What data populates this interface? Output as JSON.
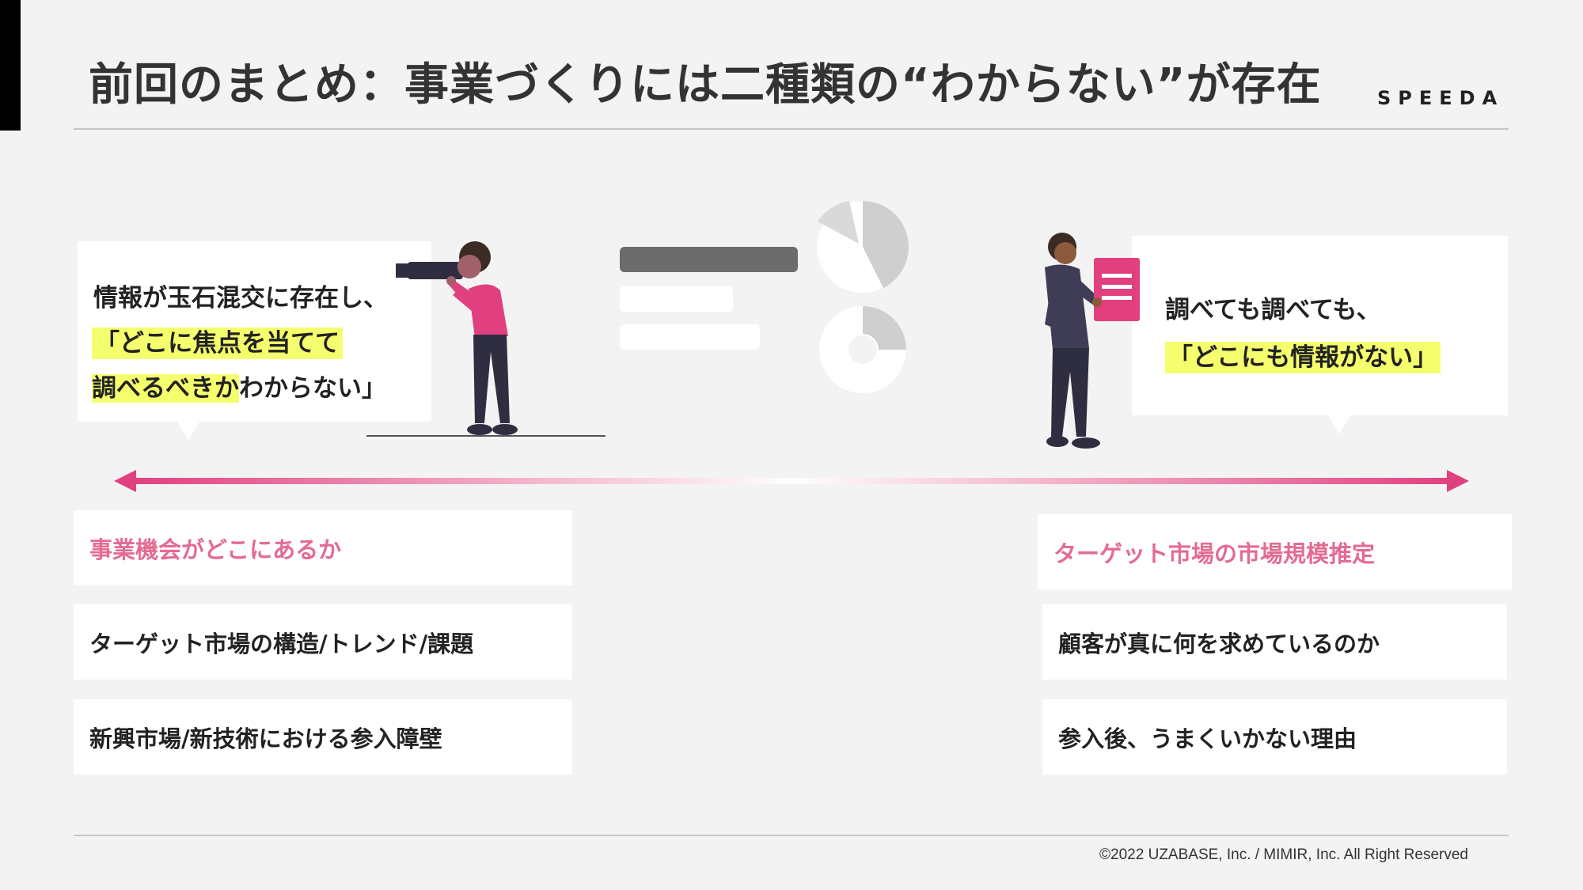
{
  "header": {
    "title": "前回のまとめ：事業づくりには二種類の“わからない”が存在",
    "logo": "SPEEDA"
  },
  "left_bubble": {
    "line1": "情報が玉石混交に存在し、",
    "line2": "「どこに焦点を当てて",
    "line3_highlight": "調べるべきか",
    "line3_rest": "わからない」"
  },
  "right_bubble": {
    "line1": "調べても調べても、",
    "line2": "「どこにも情報がない」"
  },
  "left_column": {
    "heading": "事業機会がどこにあるか",
    "items": [
      "ターゲット市場の構造/トレンド/課題",
      "新興市場/新技術における参入障壁"
    ]
  },
  "right_column": {
    "heading": "ターゲット市場の市場規模推定",
    "items": [
      "顧客が真に何を求めているのか",
      "参入後、うまくいかない理由"
    ]
  },
  "colors": {
    "accent_pink": "#e0407e",
    "heading_pink": "#e46b91",
    "highlight_yellow": "#f5ff6e"
  },
  "footer": {
    "copyright": "©2022 UZABASE, Inc. / MIMIR, Inc. All Right Reserved"
  }
}
